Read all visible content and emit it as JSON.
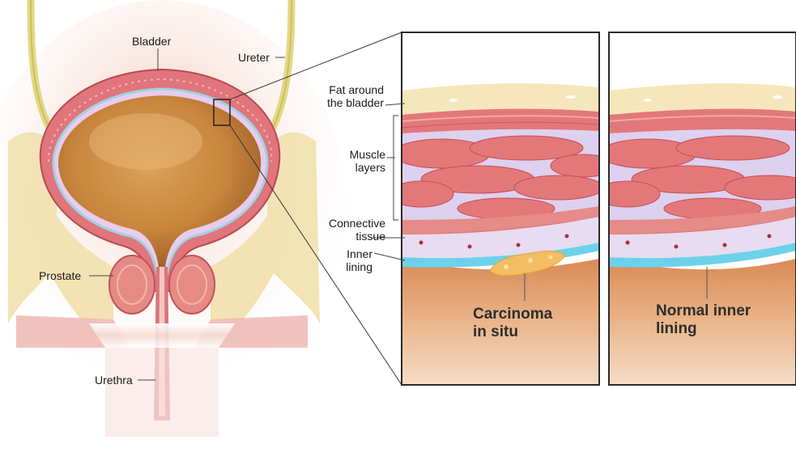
{
  "labels": {
    "bladder": "Bladder",
    "ureter": "Ureter",
    "fat": [
      "Fat around",
      "the bladder"
    ],
    "muscle": [
      "Muscle",
      "layers"
    ],
    "connective": [
      "Connective",
      "tissue"
    ],
    "inner": [
      "Inner",
      "lining"
    ],
    "prostate": "Prostate",
    "urethra": "Urethra",
    "carcinoma": [
      "Carcinoma",
      "in situ"
    ],
    "normal": [
      "Normal inner",
      "lining"
    ]
  },
  "colors": {
    "muscle": "#e3787a",
    "muscle_dark": "#c94d53",
    "connective": "#ddd1ef",
    "inner_lining": "#6ed1ea",
    "fat": "#f5e7bb",
    "bladder_fluid": "#c8843c",
    "background_tissue": "#eab58a",
    "tumor": "#f2bd63",
    "ureter": "#e5d883"
  }
}
